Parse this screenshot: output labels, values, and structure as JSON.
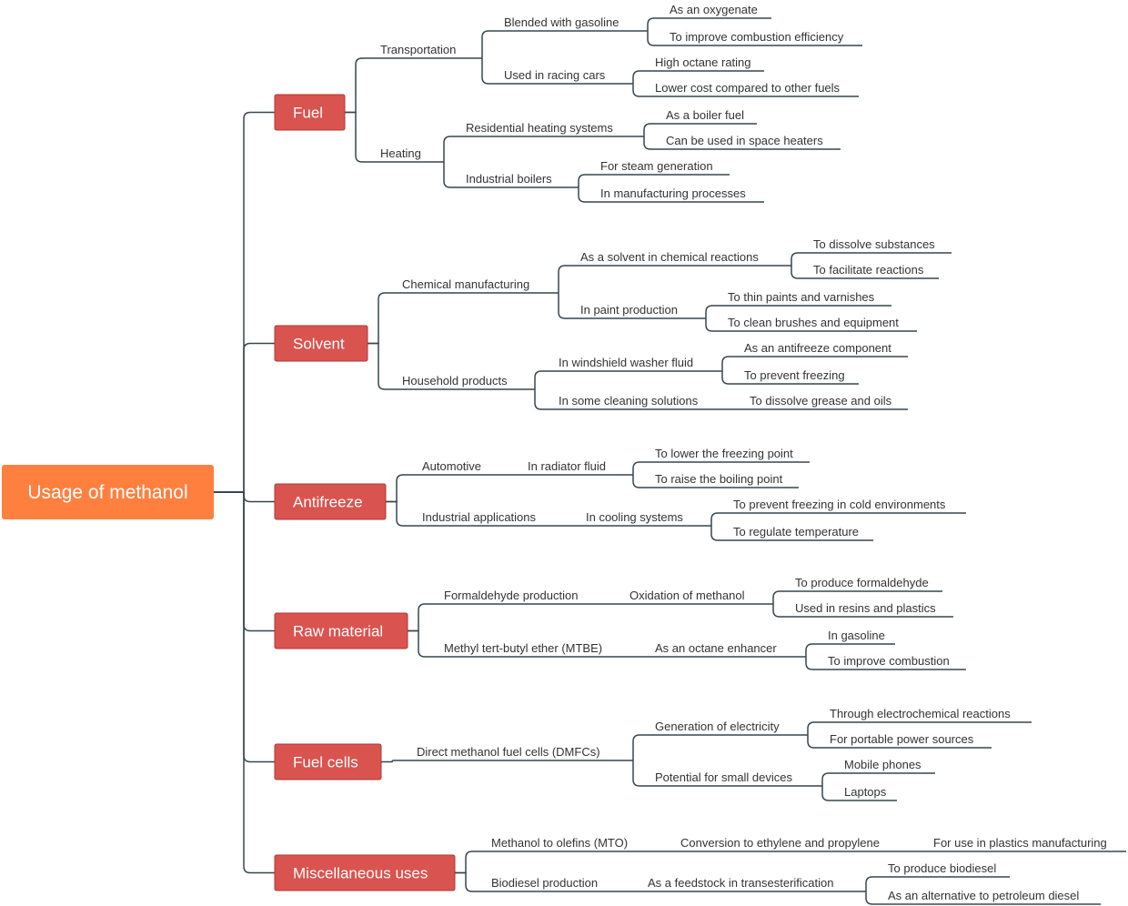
{
  "root": {
    "label": "Usage of methanol",
    "color": "#ff7f3f"
  },
  "branch_color": "#d9534f",
  "line_color": "#37474f",
  "branches": [
    {
      "label": "Fuel",
      "children": [
        {
          "label": "Transportation",
          "children": [
            {
              "label": "Blended with gasoline",
              "children": [
                {
                  "label": "As an oxygenate"
                },
                {
                  "label": "To improve combustion efficiency"
                }
              ]
            },
            {
              "label": "Used in racing cars",
              "children": [
                {
                  "label": "High octane rating"
                },
                {
                  "label": "Lower cost compared to other fuels"
                }
              ]
            }
          ]
        },
        {
          "label": "Heating",
          "children": [
            {
              "label": "Residential heating systems",
              "children": [
                {
                  "label": "As a boiler fuel"
                },
                {
                  "label": "Can be used in space heaters"
                }
              ]
            },
            {
              "label": "Industrial boilers",
              "children": [
                {
                  "label": "For steam generation"
                },
                {
                  "label": "In manufacturing processes"
                }
              ]
            }
          ]
        }
      ]
    },
    {
      "label": "Solvent",
      "children": [
        {
          "label": "Chemical manufacturing",
          "children": [
            {
              "label": "As a solvent in chemical reactions",
              "children": [
                {
                  "label": "To dissolve substances"
                },
                {
                  "label": "To facilitate reactions"
                }
              ]
            },
            {
              "label": "In paint production",
              "children": [
                {
                  "label": "To thin paints and varnishes"
                },
                {
                  "label": "To clean brushes and equipment"
                }
              ]
            }
          ]
        },
        {
          "label": "Household products",
          "children": [
            {
              "label": "In windshield washer fluid",
              "children": [
                {
                  "label": "As an antifreeze component"
                },
                {
                  "label": "To prevent freezing"
                }
              ]
            },
            {
              "label": "In some cleaning solutions",
              "children": [
                {
                  "label": "To dissolve grease and oils"
                }
              ]
            }
          ]
        }
      ]
    },
    {
      "label": "Antifreeze",
      "children": [
        {
          "label": "Automotive",
          "children": [
            {
              "label": "In radiator fluid",
              "children": [
                {
                  "label": "To lower the freezing point"
                },
                {
                  "label": "To raise the boiling point"
                }
              ]
            }
          ]
        },
        {
          "label": "Industrial applications",
          "children": [
            {
              "label": "In cooling systems",
              "children": [
                {
                  "label": "To prevent freezing in cold environments"
                },
                {
                  "label": "To regulate temperature"
                }
              ]
            }
          ]
        }
      ]
    },
    {
      "label": "Raw material",
      "children": [
        {
          "label": "Formaldehyde production",
          "children": [
            {
              "label": "Oxidation of methanol",
              "children": [
                {
                  "label": "To produce formaldehyde"
                },
                {
                  "label": "Used in resins and plastics"
                }
              ]
            }
          ]
        },
        {
          "label": "Methyl tert-butyl ether (MTBE)",
          "children": [
            {
              "label": "As an octane enhancer",
              "children": [
                {
                  "label": "In gasoline"
                },
                {
                  "label": "To improve combustion"
                }
              ]
            }
          ]
        }
      ]
    },
    {
      "label": "Fuel cells",
      "children": [
        {
          "label": "Direct methanol fuel cells (DMFCs)",
          "children": [
            {
              "label": "Generation of electricity",
              "children": [
                {
                  "label": "Through electrochemical reactions"
                },
                {
                  "label": "For portable power sources"
                }
              ]
            },
            {
              "label": "Potential for small devices",
              "children": [
                {
                  "label": "Mobile phones"
                },
                {
                  "label": "Laptops"
                }
              ]
            }
          ]
        }
      ]
    },
    {
      "label": "Miscellaneous uses",
      "children": [
        {
          "label": "Methanol to olefins (MTO)",
          "children": [
            {
              "label": "Conversion to ethylene and propylene",
              "children": [
                {
                  "label": "For use in plastics manufacturing"
                }
              ]
            }
          ]
        },
        {
          "label": "Biodiesel production",
          "children": [
            {
              "label": "As a feedstock in transesterification",
              "children": [
                {
                  "label": "To produce biodiesel"
                },
                {
                  "label": "As an alternative to petroleum diesel"
                }
              ]
            }
          ]
        }
      ]
    }
  ]
}
